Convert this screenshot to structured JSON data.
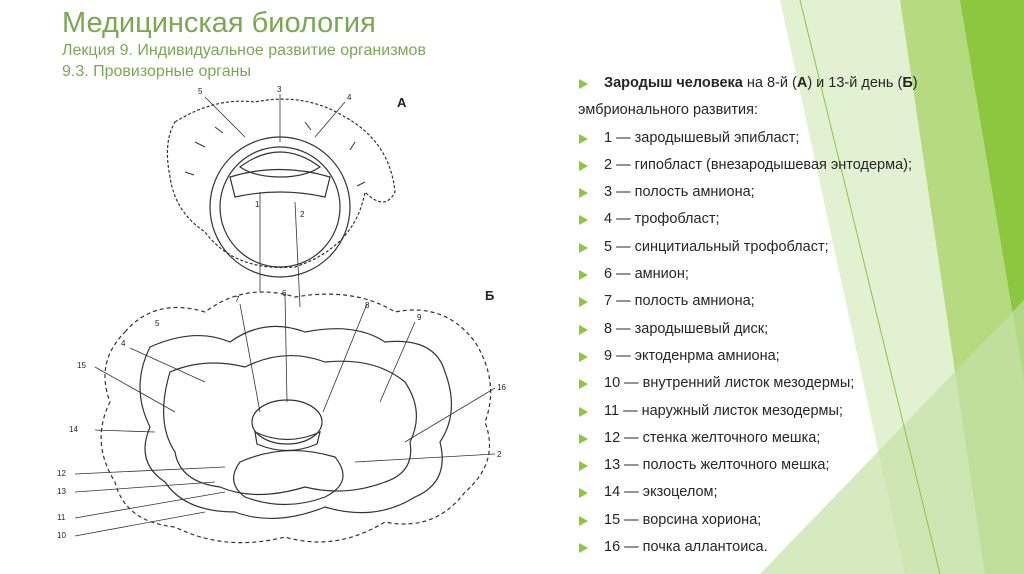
{
  "colors": {
    "accent": "#8dc63f",
    "title": "#7aa852",
    "text": "#262626",
    "background": "#ffffff"
  },
  "header": {
    "title": "Медицинская биология",
    "subtitle_line1": "Лекция 9. Индивидуальное развитие организмов",
    "subtitle_line2": "9.3. Провизорные органы"
  },
  "figure": {
    "panel_a": "А",
    "panel_b": "Б",
    "labels_a": [
      "5",
      "3",
      "4",
      "1",
      "2"
    ],
    "labels_b": [
      "7",
      "6",
      "8",
      "5",
      "9",
      "4",
      "15",
      "16",
      "14",
      "12",
      "2",
      "13",
      "11",
      "10"
    ]
  },
  "legend": {
    "intro_bold": "Зародыш человека",
    "intro_mid": " на 8-й (",
    "intro_a": "А",
    "intro_and": ") и 13-й день (",
    "intro_b": "Б",
    "intro_end": ")",
    "intro_line2": "эмбрионального развития:",
    "items": [
      "1 — зародышевый эпибласт;",
      "2 — гипобласт (внезародышевая энтодерма);",
      "3 — полость амниона;",
      "4 — трофобласт;",
      "5 — синцитиальный трофобласт;",
      "6 — амнион;",
      "7 — полость амниона;",
      "8 — зародышевый диск;",
      "9 — эктоденрма амниона;",
      "10 — внутренний листок мезодермы;",
      "11 — наружный листок мезодермы;",
      "12 — стенка желточного мешка;",
      "13 — полость желточного мешка;",
      "14 — экзоцелом;",
      "15 — ворсина хориона;",
      "16 — почка аллантоиса."
    ]
  }
}
